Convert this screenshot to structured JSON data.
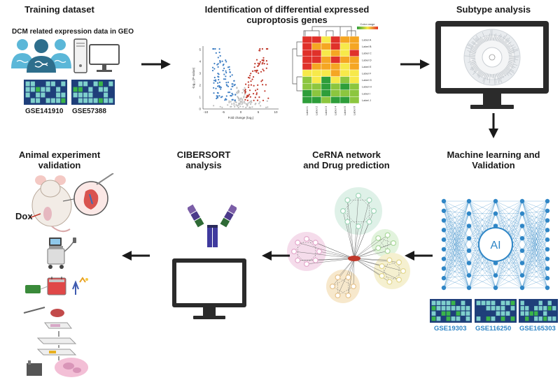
{
  "steps": {
    "training": {
      "title": "Training dataset",
      "subtitle": "DCM related expression data in GEO",
      "datasets": [
        "GSE141910",
        "GSE57388"
      ]
    },
    "identification": {
      "title_line1": "Identification of differential expressed",
      "title_line2": "cuproptosis genes",
      "volcano": {
        "xlabel": "Fold change (log₂)",
        "ylabel": "-log₁₀ (P-value)",
        "xticks": [
          "-10",
          "-5",
          "0",
          "5",
          "10"
        ],
        "yticks": [
          "0",
          "1",
          "2",
          "3",
          "4",
          "5"
        ]
      },
      "heatmap": {
        "color_range_label": "Color range",
        "row_labels": [
          "Label A",
          "Label B",
          "Label C",
          "Label D",
          "Label E",
          "Label F",
          "Label G",
          "Label H",
          "Label I",
          "Label J"
        ],
        "col_labels": [
          "Label 1",
          "Label 2",
          "Label 3",
          "Label 4",
          "Label 5",
          "Label 6"
        ]
      }
    },
    "subtype": {
      "title": "Subtype analysis"
    },
    "ml": {
      "title_line1": "Machine learning and",
      "title_line2": "Validation",
      "center_label": "AI",
      "datasets": [
        "GSE19303",
        "GSE116250",
        "GSE165303"
      ]
    },
    "cerna": {
      "title_line1": "CeRNA network",
      "title_line2": "and Drug prediction"
    },
    "cibersort": {
      "title_line1": "CIBERSORT",
      "title_line2": "analysis"
    },
    "animal": {
      "title_line1": "Animal experiment",
      "title_line2": "validation",
      "drug_label": "Dox"
    }
  },
  "colors": {
    "people": "#3d9fc7",
    "people_dark": "#2e6e8c",
    "grid_bg": "#1f3f7a",
    "grid_cell": "#7fd0cc",
    "grid_green": "#3ab54a",
    "monitor": "#2b2b2b",
    "arrow": "#1a1a1a",
    "dataset_blue": "#2f86c6"
  }
}
